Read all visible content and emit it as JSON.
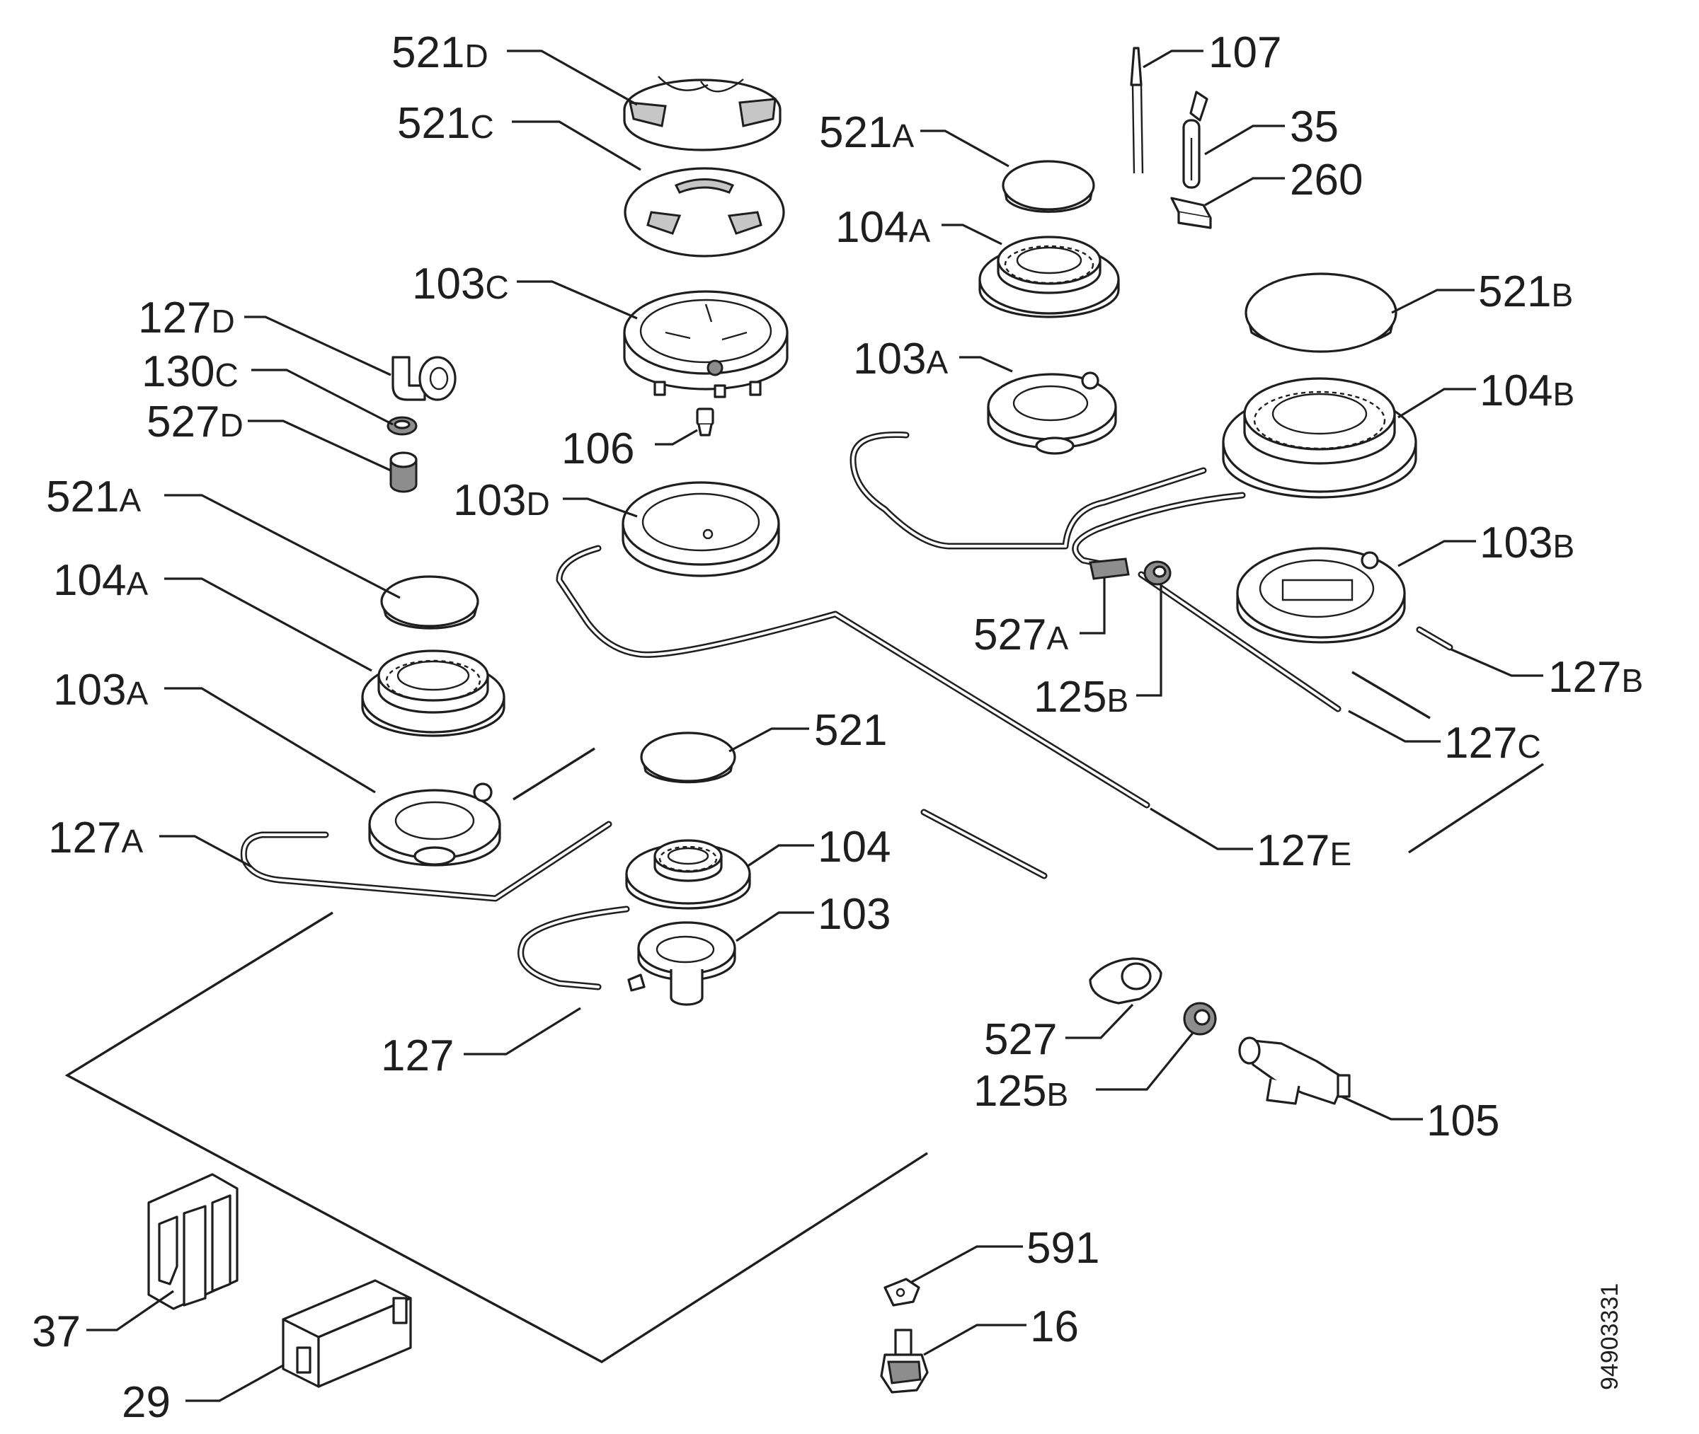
{
  "labels": {
    "l_521D": {
      "num": "521",
      "suf": "D"
    },
    "l_521C": {
      "num": "521",
      "suf": "C"
    },
    "l_103C": {
      "num": "103",
      "suf": "C"
    },
    "l_127D": {
      "num": "127",
      "suf": "D"
    },
    "l_130C": {
      "num": "130",
      "suf": "C"
    },
    "l_527D": {
      "num": "527",
      "suf": "D"
    },
    "l_106": {
      "num": "106",
      "suf": ""
    },
    "l_103D": {
      "num": "103",
      "suf": "D"
    },
    "l_521A_l": {
      "num": "521",
      "suf": "A"
    },
    "l_104A_l": {
      "num": "104",
      "suf": "A"
    },
    "l_103A_l": {
      "num": "103",
      "suf": "A"
    },
    "l_127A": {
      "num": "127",
      "suf": "A"
    },
    "l_521": {
      "num": "521",
      "suf": ""
    },
    "l_104": {
      "num": "104",
      "suf": ""
    },
    "l_103": {
      "num": "103",
      "suf": ""
    },
    "l_127": {
      "num": "127",
      "suf": ""
    },
    "l_107": {
      "num": "107",
      "suf": ""
    },
    "l_35": {
      "num": "35",
      "suf": ""
    },
    "l_260": {
      "num": "260",
      "suf": ""
    },
    "l_521A_r": {
      "num": "521",
      "suf": "A"
    },
    "l_104A_r": {
      "num": "104",
      "suf": "A"
    },
    "l_103A_r": {
      "num": "103",
      "suf": "A"
    },
    "l_521B": {
      "num": "521",
      "suf": "B"
    },
    "l_104B": {
      "num": "104",
      "suf": "B"
    },
    "l_103B": {
      "num": "103",
      "suf": "B"
    },
    "l_527A": {
      "num": "527",
      "suf": "A"
    },
    "l_125B_t": {
      "num": "125",
      "suf": "B"
    },
    "l_127B": {
      "num": "127",
      "suf": "B"
    },
    "l_127C": {
      "num": "127",
      "suf": "C"
    },
    "l_127E": {
      "num": "127",
      "suf": "E"
    },
    "l_527": {
      "num": "527",
      "suf": ""
    },
    "l_125B_b": {
      "num": "125",
      "suf": "B"
    },
    "l_105": {
      "num": "105",
      "suf": ""
    },
    "l_591": {
      "num": "591",
      "suf": ""
    },
    "l_16": {
      "num": "16",
      "suf": ""
    },
    "l_37": {
      "num": "37",
      "suf": ""
    },
    "l_29": {
      "num": "29",
      "suf": ""
    }
  },
  "document_number": "94903331"
}
